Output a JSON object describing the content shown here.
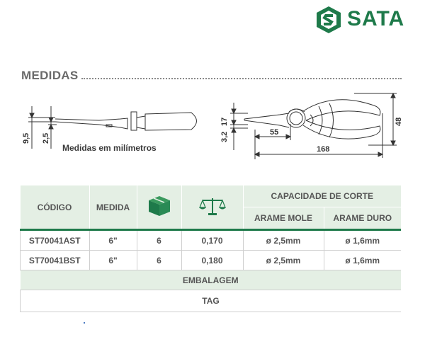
{
  "brand": {
    "name": "SATA",
    "color": "#1e7a4a"
  },
  "section": {
    "title": "MEDIDAS"
  },
  "drawing": {
    "caption": "Medidas em milímetros",
    "left_dims": [
      "9,5",
      "2,5"
    ],
    "right_dims": [
      "17",
      "3,2",
      "55",
      "168",
      "48"
    ]
  },
  "table": {
    "headers": {
      "codigo": "CÓDIGO",
      "medida": "MEDIDA",
      "box_icon": "box-icon",
      "scale_icon": "balance-scale-icon",
      "capacidade": "CAPACIDADE DE CORTE",
      "arame_mole": "ARAME MOLE",
      "arame_duro": "ARAME DURO"
    },
    "rows": [
      {
        "codigo": "ST70041AST",
        "medida": "6\"",
        "qty": "6",
        "peso": "0,170",
        "mole": "ø 2,5mm",
        "duro": "ø 1,6mm"
      },
      {
        "codigo": "ST70041BST",
        "medida": "6\"",
        "qty": "6",
        "peso": "0,180",
        "mole": "ø 2,5mm",
        "duro": "ø 1,6mm"
      }
    ],
    "embalagem": "EMBALAGEM",
    "tag": "TAG",
    "accent": "#1e7a4a",
    "header_bg": "#e4efe4"
  }
}
